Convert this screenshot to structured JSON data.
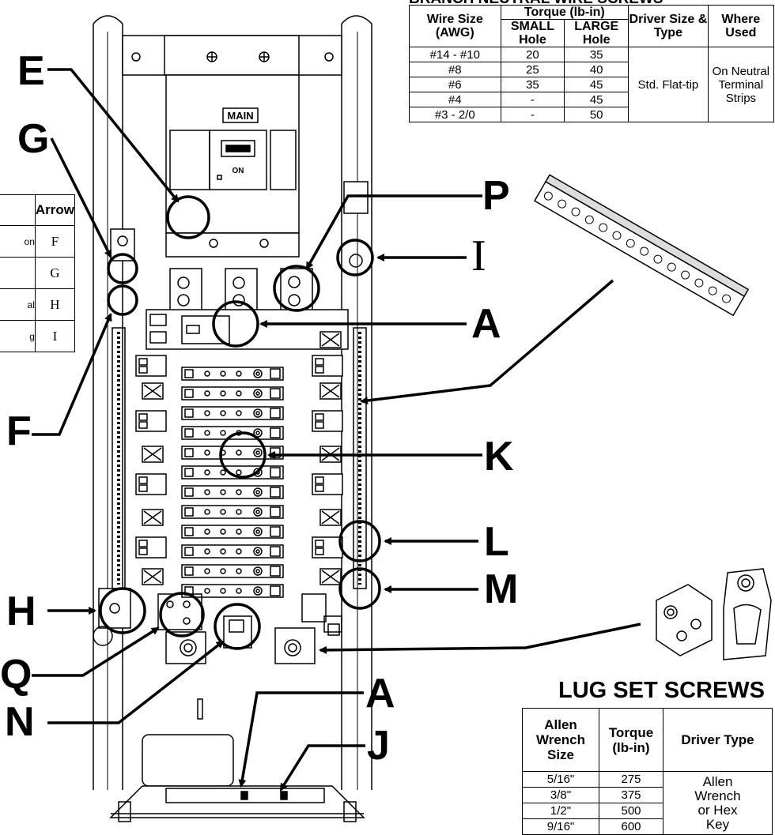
{
  "neutral_table": {
    "title": "BRANCH NEUTRAL WIRE SCREWS",
    "headers": {
      "wire_size": "Wire Size (AWG)",
      "torque": "Torque (lb-in)",
      "small_hole": "SMALL Hole",
      "large_hole": "LARGE Hole",
      "driver": "Driver Size & Type",
      "where": "Where Used"
    },
    "rows": [
      {
        "wire": "#14 - #10",
        "small": "20",
        "large": "35"
      },
      {
        "wire": "#8",
        "small": "25",
        "large": "40"
      },
      {
        "wire": "#6",
        "small": "35",
        "large": "45"
      },
      {
        "wire": "#4",
        "small": "-",
        "large": "45"
      },
      {
        "wire": "#3 - 2/0",
        "small": "-",
        "large": "50"
      }
    ],
    "driver_value": "Std. Flat-tip",
    "where_value": "On Neutral Terminal Strips"
  },
  "lug_table": {
    "title": "LUG SET SCREWS",
    "headers": {
      "allen": "Allen Wrench Size",
      "torque": "Torque (lb-in)",
      "driver": "Driver Type"
    },
    "rows": [
      {
        "size": "5/16\"",
        "torque": "275"
      },
      {
        "size": "3/8\"",
        "torque": "375"
      },
      {
        "size": "1/2\"",
        "torque": "500"
      },
      {
        "size": "9/16\"",
        "torque": "600"
      }
    ],
    "driver_value": "Allen Wrench or Hex Key"
  },
  "arrow_table": {
    "header": "Arrow",
    "rows": [
      {
        "label": "on",
        "arrow": "F"
      },
      {
        "label": "",
        "arrow": "G"
      },
      {
        "label": "al",
        "arrow": "H"
      },
      {
        "label": "g",
        "arrow": "I"
      }
    ]
  },
  "panel": {
    "main_label": "MAIN",
    "on_label": "ON"
  },
  "callouts": {
    "E": "E",
    "G": "G",
    "F": "F",
    "H": "H",
    "Q": "Q",
    "N": "N",
    "P": "P",
    "I": "I",
    "A": "A",
    "K": "K",
    "L": "L",
    "M": "M",
    "A2": "A",
    "J": "J"
  }
}
